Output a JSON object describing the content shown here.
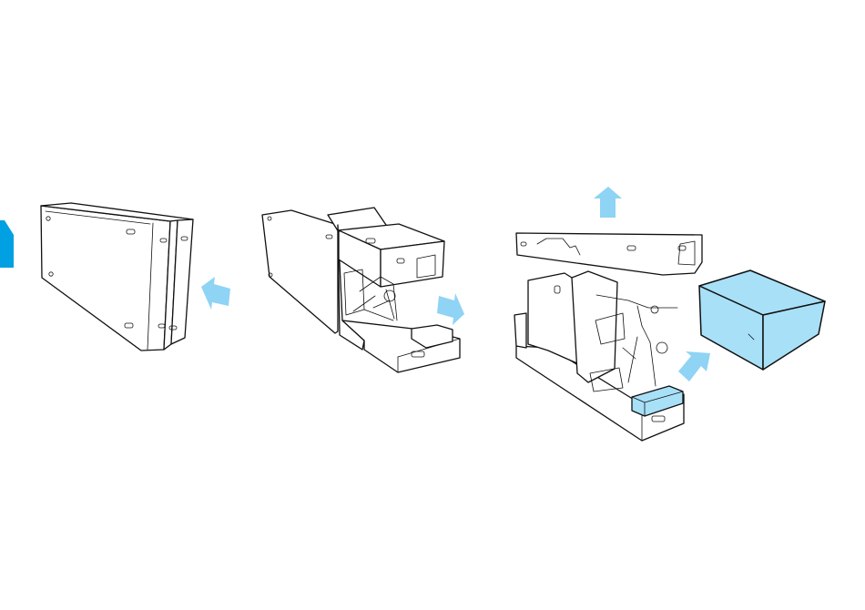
{
  "colors": {
    "accent": "#00a0e3",
    "arrow": "#8fd3f5",
    "highlight_box": "#a8e0f8",
    "line": "#111111",
    "background": "#ffffff"
  },
  "steps": [
    {
      "id": "closed-box"
    },
    {
      "id": "open-box-slide-out"
    },
    {
      "id": "lift-lid-remove-parts-box"
    }
  ],
  "arrows": [
    "left",
    "right",
    "up",
    "diagonal-up-right"
  ]
}
